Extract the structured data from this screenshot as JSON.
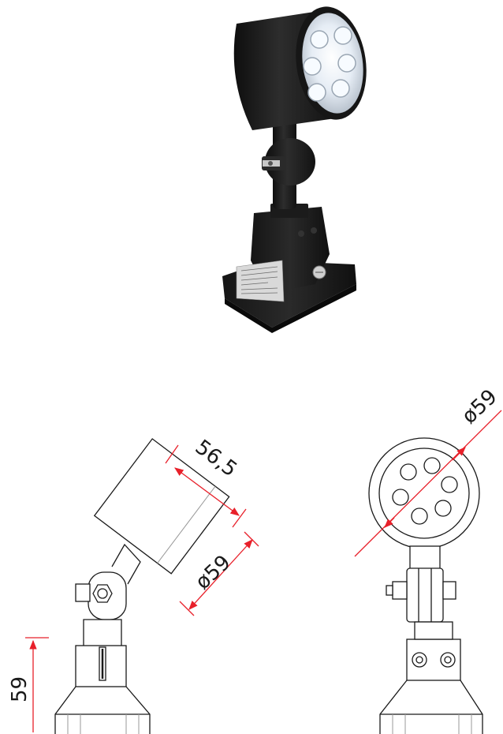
{
  "product": {
    "label_text": "",
    "body_color": "#1c1c1c",
    "led_color": "#dfe7ef",
    "lens_glow": "#ffffff"
  },
  "drawing": {
    "line_color": "#1a1a1a",
    "dimension_color": "#e8202a",
    "side_view": {
      "head_length_label": "56,5",
      "head_diameter_label": "ø59",
      "base_height_label": "59"
    },
    "front_view": {
      "head_diameter_label": "ø59"
    }
  }
}
